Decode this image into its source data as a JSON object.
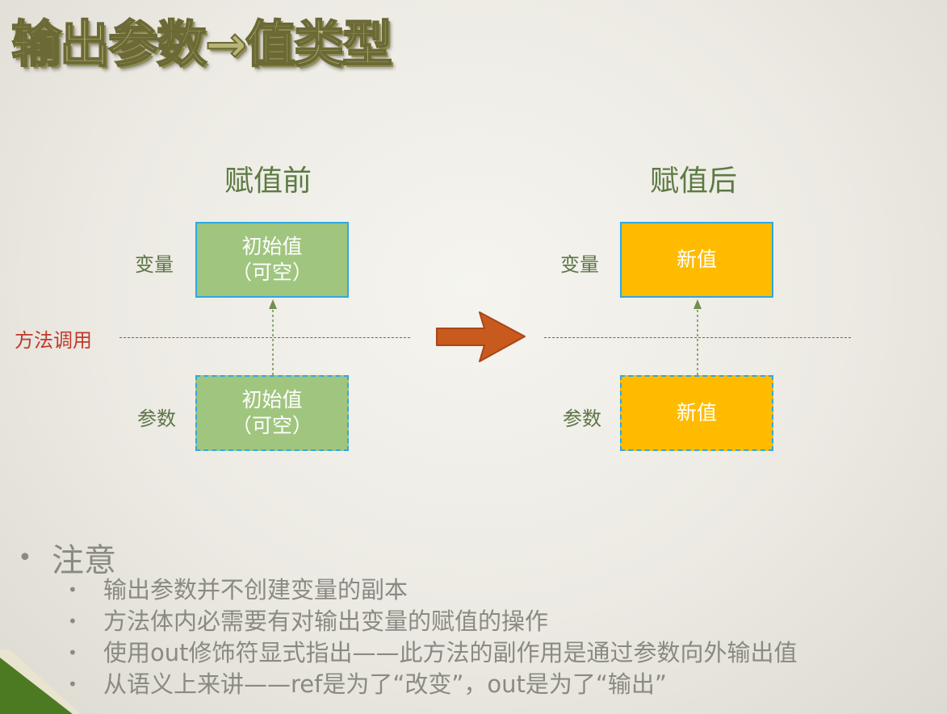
{
  "title": "输出参数→值类型",
  "before": {
    "heading": "赋值前",
    "variable_label": "变量",
    "param_label": "参数",
    "variable_box": {
      "line1": "初始值",
      "line2": "（可空）"
    },
    "param_box": {
      "line1": "初始值",
      "line2": "（可空）"
    }
  },
  "after": {
    "heading": "赋值后",
    "variable_label": "变量",
    "param_label": "参数",
    "variable_box": {
      "line1": "新值"
    },
    "param_box": {
      "line1": "新值"
    }
  },
  "method_call_label": "方法调用",
  "notes": {
    "heading": "注意",
    "items": [
      "输出参数并不创建变量的副本",
      "方法体内必需要有对输出变量的赋值的操作",
      "使用out修饰符显式指出——此方法的副作用是通过参数向外输出值",
      "从语义上来讲——ref是为了“改变”，out是为了“输出”"
    ]
  },
  "colors": {
    "initial_box": "#a0c57f",
    "new_box": "#ffbb00",
    "box_border": "#2fa8e0",
    "call_line": "#d23b36",
    "arrow": "#c95a1d"
  }
}
